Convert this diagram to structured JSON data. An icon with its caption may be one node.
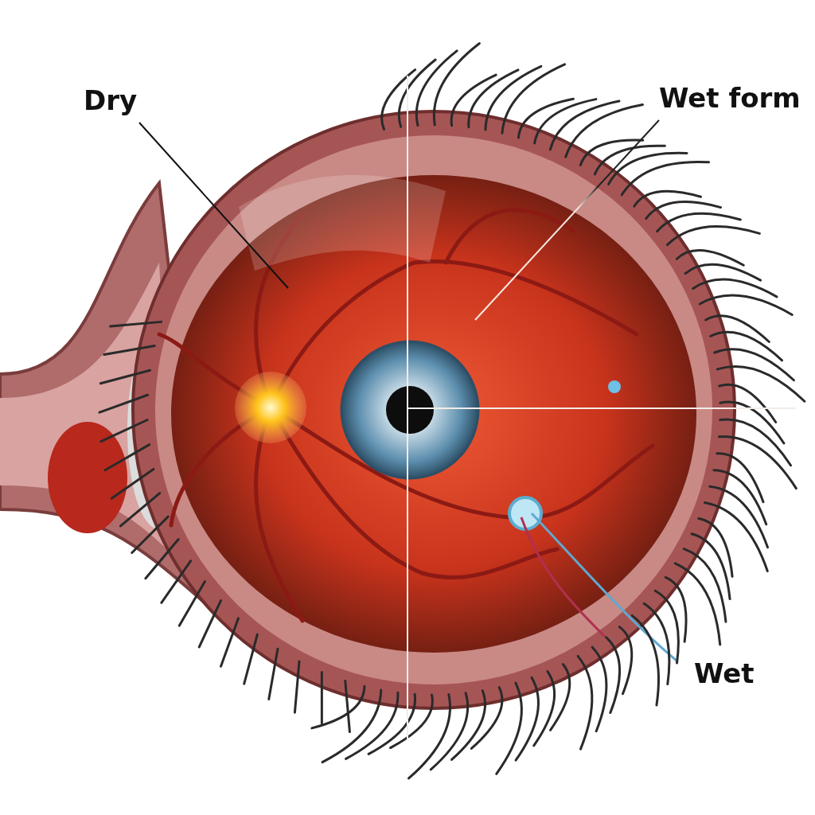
{
  "diagram": {
    "nodes": [
      {
        "text": [
          "Dry"
        ]
      },
      {
        "text": [
          "Wet form"
        ]
      }
    ],
    "edges": [
      {
        "from": 0,
        "to": null,
        "arrow": "none"
      },
      {
        "from": 1,
        "to": null,
        "arrow": "none"
      }
    ],
    "labels": [
      "Wet"
    ]
  }
}
